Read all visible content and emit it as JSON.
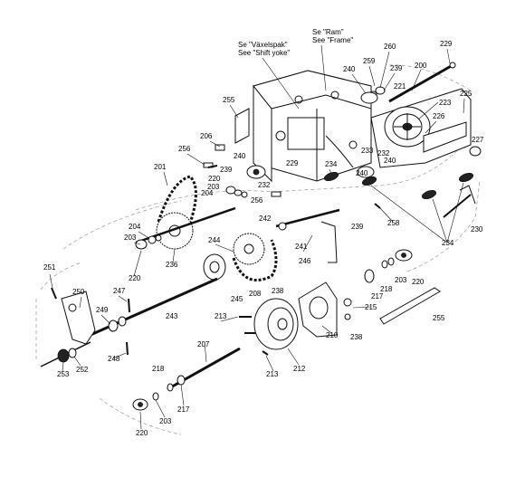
{
  "notes": {
    "lever": [
      "Se \"Växelspak\"",
      "See \"Shift yoke\""
    ],
    "frame": [
      "Se \"Ram\"",
      "See \"Frame\""
    ]
  },
  "callouts": [
    {
      "id": "229",
      "label": "229"
    },
    {
      "id": "200",
      "label": "200"
    },
    {
      "id": "259",
      "label": "259"
    },
    {
      "id": "260",
      "label": "260"
    },
    {
      "id": "240a",
      "label": "240"
    },
    {
      "id": "239a",
      "label": "239"
    },
    {
      "id": "221",
      "label": "221"
    },
    {
      "id": "225",
      "label": "225"
    },
    {
      "id": "223",
      "label": "223"
    },
    {
      "id": "226",
      "label": "226"
    },
    {
      "id": "255a",
      "label": "255"
    },
    {
      "id": "206",
      "label": "206"
    },
    {
      "id": "256a",
      "label": "256"
    },
    {
      "id": "229b",
      "label": "229"
    },
    {
      "id": "233",
      "label": "233"
    },
    {
      "id": "232a",
      "label": "232"
    },
    {
      "id": "240b",
      "label": "240"
    },
    {
      "id": "227",
      "label": "227"
    },
    {
      "id": "201",
      "label": "201"
    },
    {
      "id": "220a",
      "label": "220"
    },
    {
      "id": "239b",
      "label": "239"
    },
    {
      "id": "240c",
      "label": "240"
    },
    {
      "id": "234a",
      "label": "234"
    },
    {
      "id": "203a",
      "label": "203"
    },
    {
      "id": "232b",
      "label": "232"
    },
    {
      "id": "204a",
      "label": "204"
    },
    {
      "id": "256b",
      "label": "256"
    },
    {
      "id": "240d",
      "label": "240"
    },
    {
      "id": "258",
      "label": "258"
    },
    {
      "id": "242",
      "label": "242"
    },
    {
      "id": "204b",
      "label": "204"
    },
    {
      "id": "203b",
      "label": "203"
    },
    {
      "id": "239c",
      "label": "239"
    },
    {
      "id": "234b",
      "label": "234"
    },
    {
      "id": "230",
      "label": "230"
    },
    {
      "id": "244",
      "label": "244"
    },
    {
      "id": "241",
      "label": "241"
    },
    {
      "id": "236",
      "label": "236"
    },
    {
      "id": "246",
      "label": "246"
    },
    {
      "id": "220b",
      "label": "220"
    },
    {
      "id": "251",
      "label": "251"
    },
    {
      "id": "250",
      "label": "250"
    },
    {
      "id": "247",
      "label": "247"
    },
    {
      "id": "208",
      "label": "208"
    },
    {
      "id": "238a",
      "label": "238"
    },
    {
      "id": "203c",
      "label": "203"
    },
    {
      "id": "218a",
      "label": "218"
    },
    {
      "id": "220c",
      "label": "220"
    },
    {
      "id": "245",
      "label": "245"
    },
    {
      "id": "217a",
      "label": "217"
    },
    {
      "id": "215",
      "label": "215"
    },
    {
      "id": "249",
      "label": "249"
    },
    {
      "id": "243",
      "label": "243"
    },
    {
      "id": "213a",
      "label": "213"
    },
    {
      "id": "255b",
      "label": "255"
    },
    {
      "id": "210",
      "label": "210"
    },
    {
      "id": "238b",
      "label": "238"
    },
    {
      "id": "207",
      "label": "207"
    },
    {
      "id": "248",
      "label": "248"
    },
    {
      "id": "253",
      "label": "253"
    },
    {
      "id": "252",
      "label": "252"
    },
    {
      "id": "218b",
      "label": "218"
    },
    {
      "id": "213b",
      "label": "213"
    },
    {
      "id": "212",
      "label": "212"
    },
    {
      "id": "217b",
      "label": "217"
    },
    {
      "id": "203d",
      "label": "203"
    },
    {
      "id": "220d",
      "label": "220"
    }
  ]
}
